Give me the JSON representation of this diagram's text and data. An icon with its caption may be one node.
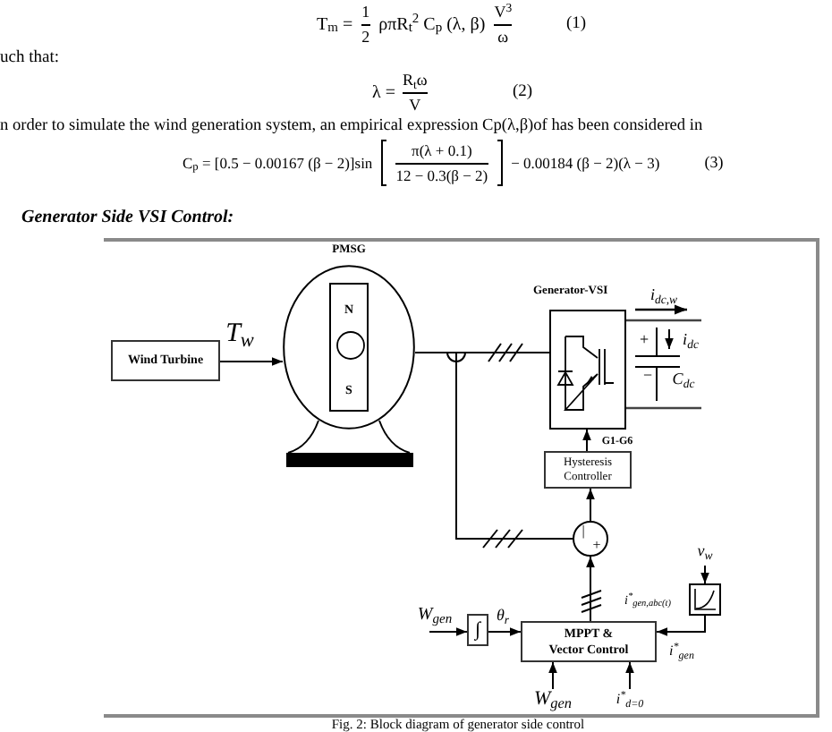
{
  "diagram": {
    "caption": "Fig. 2: Block diagram of generator side control",
    "nodes": [
      {
        "text": [
          "Wind Turbine"
        ]
      },
      {
        "text": [
          "PMSG"
        ]
      },
      {
        "text": [
          "N",
          "S"
        ],
        "in": 1
      },
      {
        "text": [
          "Generator-VSI"
        ]
      },
      {
        "text": [
          "Hysteresis Controller"
        ]
      },
      {
        "text": [
          "|",
          "+"
        ]
      },
      {
        "text": [
          "MPPT & Vector Control"
        ]
      },
      {
        "text": [
          "∫"
        ]
      },
      {
        "text": [],
        "shape": "box"
      }
    ],
    "edges": [
      {
        "from": 0,
        "to": 1,
        "arrow": "to",
        "label": "T$_{w}$"
      },
      {
        "from": 1,
        "to": 3,
        "arrow": "none"
      },
      {
        "from": 1,
        "to": 5,
        "arrow": "none"
      },
      {
        "from": 4,
        "to": 3,
        "arrow": "to",
        "label": "G1-G6"
      },
      {
        "from": 5,
        "to": 4,
        "arrow": "to"
      },
      {
        "from": 6,
        "to": 5,
        "arrow": "to",
        "label": "i$^{*}$$_{gen,abc(t)}$"
      },
      {
        "from": 7,
        "to": 6,
        "arrow": "to",
        "label": "θ$_{r}$"
      },
      {
        "from": null,
        "to": 7,
        "arrow": "to",
        "label": "W$_{gen}$"
      },
      {
        "from": null,
        "to": 8,
        "arrow": "to",
        "label": "v$_{w}$"
      },
      {
        "from": 8,
        "to": 6,
        "arrow": "to",
        "label": "i$^{*}$$_{gen}$"
      },
      {
        "from": null,
        "to": 6,
        "arrow": "to",
        "label": "W$_{gen}$"
      },
      {
        "from": null,
        "to": 6,
        "arrow": "to",
        "label": "i$^{*}$$_{d=0}$"
      }
    ],
    "labels": [
      "T$_{m}$ =",
      "1",
      "2",
      "ρπR$_{t}$$^{2}$ C$_{p}$ (λ, β)",
      "V$^{3}$",
      "ω",
      "(1)",
      "uch that:",
      "λ =",
      "R$_{t}$ω",
      "V",
      "(2)",
      "n order to simulate the wind generation system, an empirical expression Cp(λ,β)of has been considered in",
      "C$_{p}$ = [0.5 − 0.00167 (β − 2)]sin",
      "π(λ + 0.1)",
      "12 − 0.3(β − 2)",
      "− 0.00184 (β − 2)(λ − 3)",
      "(3)",
      "Generator Side VSI Control:",
      "i$_{dc,w}$",
      "+",
      "i$_{dc}$",
      "−",
      "C$_{dc}$"
    ]
  }
}
